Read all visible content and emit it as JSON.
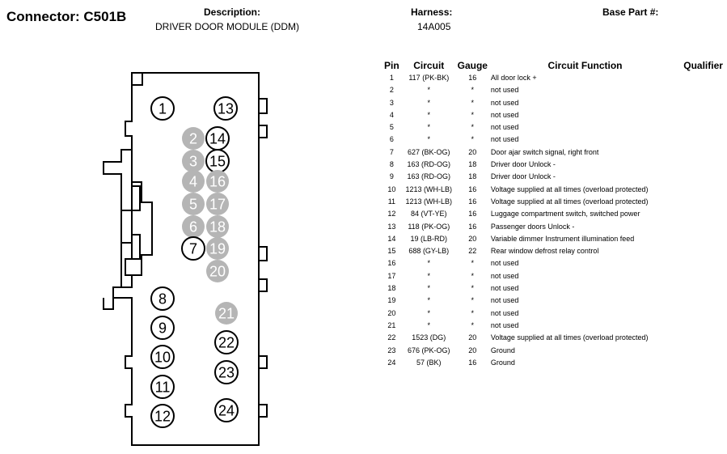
{
  "header": {
    "connector_label": "Connector: C501B",
    "description_label": "Description:",
    "description_value": "DRIVER DOOR MODULE (DDM)",
    "harness_label": "Harness:",
    "harness_value": "14A005",
    "base_part_label": "Base Part #:"
  },
  "table": {
    "headers": [
      "Pin",
      "Circuit",
      "Gauge",
      "Circuit Function",
      "Qualifier"
    ],
    "rows": [
      {
        "pin": "1",
        "circuit": "117 (PK-BK)",
        "gauge": "16",
        "function": "All door lock +"
      },
      {
        "pin": "2",
        "circuit": "*",
        "gauge": "*",
        "function": "not used"
      },
      {
        "pin": "3",
        "circuit": "*",
        "gauge": "*",
        "function": "not used"
      },
      {
        "pin": "4",
        "circuit": "*",
        "gauge": "*",
        "function": "not used"
      },
      {
        "pin": "5",
        "circuit": "*",
        "gauge": "*",
        "function": "not used"
      },
      {
        "pin": "6",
        "circuit": "*",
        "gauge": "*",
        "function": "not used"
      },
      {
        "pin": "7",
        "circuit": "627 (BK-OG)",
        "gauge": "20",
        "function": "Door ajar switch signal, right front"
      },
      {
        "pin": "8",
        "circuit": "163 (RD-OG)",
        "gauge": "18",
        "function": "Driver door Unlock -"
      },
      {
        "pin": "9",
        "circuit": "163 (RD-OG)",
        "gauge": "18",
        "function": "Driver door Unlock -"
      },
      {
        "pin": "10",
        "circuit": "1213 (WH-LB)",
        "gauge": "16",
        "function": "Voltage supplied at all times (overload protected)"
      },
      {
        "pin": "11",
        "circuit": "1213 (WH-LB)",
        "gauge": "16",
        "function": "Voltage supplied at all times (overload protected)"
      },
      {
        "pin": "12",
        "circuit": "84 (VT-YE)",
        "gauge": "16",
        "function": "Luggage compartment switch, switched power"
      },
      {
        "pin": "13",
        "circuit": "118 (PK-OG)",
        "gauge": "16",
        "function": "Passenger doors Unlock -"
      },
      {
        "pin": "14",
        "circuit": "19 (LB-RD)",
        "gauge": "20",
        "function": "Variable dimmer Instrument illumination feed"
      },
      {
        "pin": "15",
        "circuit": "688 (GY-LB)",
        "gauge": "22",
        "function": "Rear window defrost relay control"
      },
      {
        "pin": "16",
        "circuit": "*",
        "gauge": "*",
        "function": "not used"
      },
      {
        "pin": "17",
        "circuit": "*",
        "gauge": "*",
        "function": "not used"
      },
      {
        "pin": "18",
        "circuit": "*",
        "gauge": "*",
        "function": "not used"
      },
      {
        "pin": "19",
        "circuit": "*",
        "gauge": "*",
        "function": "not used"
      },
      {
        "pin": "20",
        "circuit": "*",
        "gauge": "*",
        "function": "not used"
      },
      {
        "pin": "21",
        "circuit": "*",
        "gauge": "*",
        "function": "not used"
      },
      {
        "pin": "22",
        "circuit": "1523 (DG)",
        "gauge": "20",
        "function": "Voltage supplied at all times (overload protected)"
      },
      {
        "pin": "23",
        "circuit": "676 (PK-OG)",
        "gauge": "20",
        "function": "Ground"
      },
      {
        "pin": "24",
        "circuit": "57 (BK)",
        "gauge": "16",
        "function": "Ground"
      }
    ]
  },
  "connector_pins": [
    {
      "label": "1",
      "used": true
    },
    {
      "label": "13",
      "used": true
    },
    {
      "label": "2",
      "used": false
    },
    {
      "label": "14",
      "used": true
    },
    {
      "label": "3",
      "used": false
    },
    {
      "label": "15",
      "used": true
    },
    {
      "label": "4",
      "used": false
    },
    {
      "label": "16",
      "used": false
    },
    {
      "label": "5",
      "used": false
    },
    {
      "label": "17",
      "used": false
    },
    {
      "label": "6",
      "used": false
    },
    {
      "label": "18",
      "used": false
    },
    {
      "label": "7",
      "used": true
    },
    {
      "label": "19",
      "used": false
    },
    {
      "label": "20",
      "used": false
    },
    {
      "label": "8",
      "used": true
    },
    {
      "label": "21",
      "used": false
    },
    {
      "label": "9",
      "used": true
    },
    {
      "label": "22",
      "used": true
    },
    {
      "label": "10",
      "used": true
    },
    {
      "label": "23",
      "used": true
    },
    {
      "label": "11",
      "used": true
    },
    {
      "label": "12",
      "used": true
    },
    {
      "label": "24",
      "used": true
    }
  ],
  "colors": {
    "unused_pin_fill": "#b5b5b5",
    "line": "#000000"
  }
}
